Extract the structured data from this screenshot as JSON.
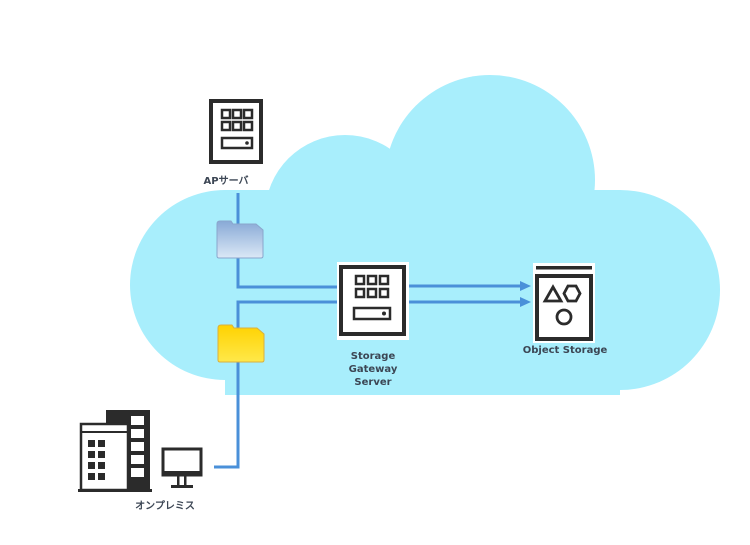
{
  "diagram": {
    "colors": {
      "cloud": "#a8eefc",
      "line": "#4a90d9",
      "icon": "#2b2b2b",
      "label": "#3c4654",
      "folder_blue": "#9cb8dc",
      "folder_yellow": "#ffd800"
    },
    "nodes": {
      "ap_server": {
        "label": "APサーバ",
        "icon": "server-icon"
      },
      "gateway": {
        "label_lines": [
          "Storage",
          "Gateway",
          "Server"
        ],
        "icon": "server-icon"
      },
      "object_storage": {
        "label": "Object Storage",
        "icon": "object-storage-icon"
      },
      "onpremise": {
        "label": "オンプレミス",
        "icons": [
          "building-icon",
          "monitor-icon"
        ]
      }
    },
    "folders": [
      {
        "name": "ap-folder",
        "color": "blue"
      },
      {
        "name": "onprem-folder",
        "color": "yellow"
      }
    ],
    "edges": [
      {
        "from": "ap_server",
        "to": "gateway",
        "via": "ap-folder"
      },
      {
        "from": "onpremise",
        "to": "gateway",
        "via": "onprem-folder"
      },
      {
        "from": "gateway",
        "to": "object_storage",
        "arrow": true
      },
      {
        "from": "gateway",
        "to": "object_storage",
        "arrow": true
      }
    ]
  }
}
